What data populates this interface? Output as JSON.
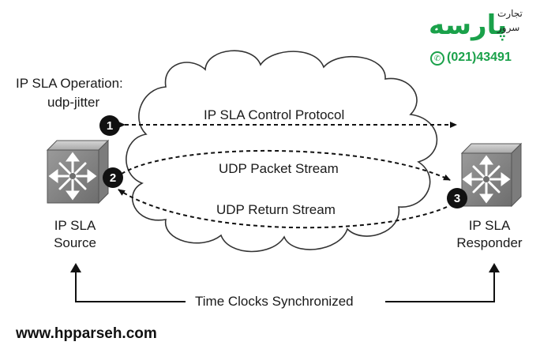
{
  "operation": {
    "line1": "IP SLA Operation:",
    "line2": "udp-jitter"
  },
  "source": {
    "line1": "IP SLA",
    "line2": "Source"
  },
  "responder": {
    "line1": "IP SLA",
    "line2": "Responder"
  },
  "flows": {
    "control": "IP SLA Control Protocol",
    "packet": "UDP Packet Stream",
    "return": "UDP Return Stream"
  },
  "markers": {
    "one": "1",
    "two": "2",
    "three": "3"
  },
  "clock_label": "Time Clocks Synchronized",
  "watermark": {
    "brand": "پارسه",
    "sub1": "تجارت",
    "sub2": "سرور",
    "phone": "(021)43491",
    "url": "www.hpparseh.com",
    "brand_color": "#1aa14a"
  },
  "icons": [
    "router-icon",
    "phone-icon",
    "cloud-shape"
  ]
}
